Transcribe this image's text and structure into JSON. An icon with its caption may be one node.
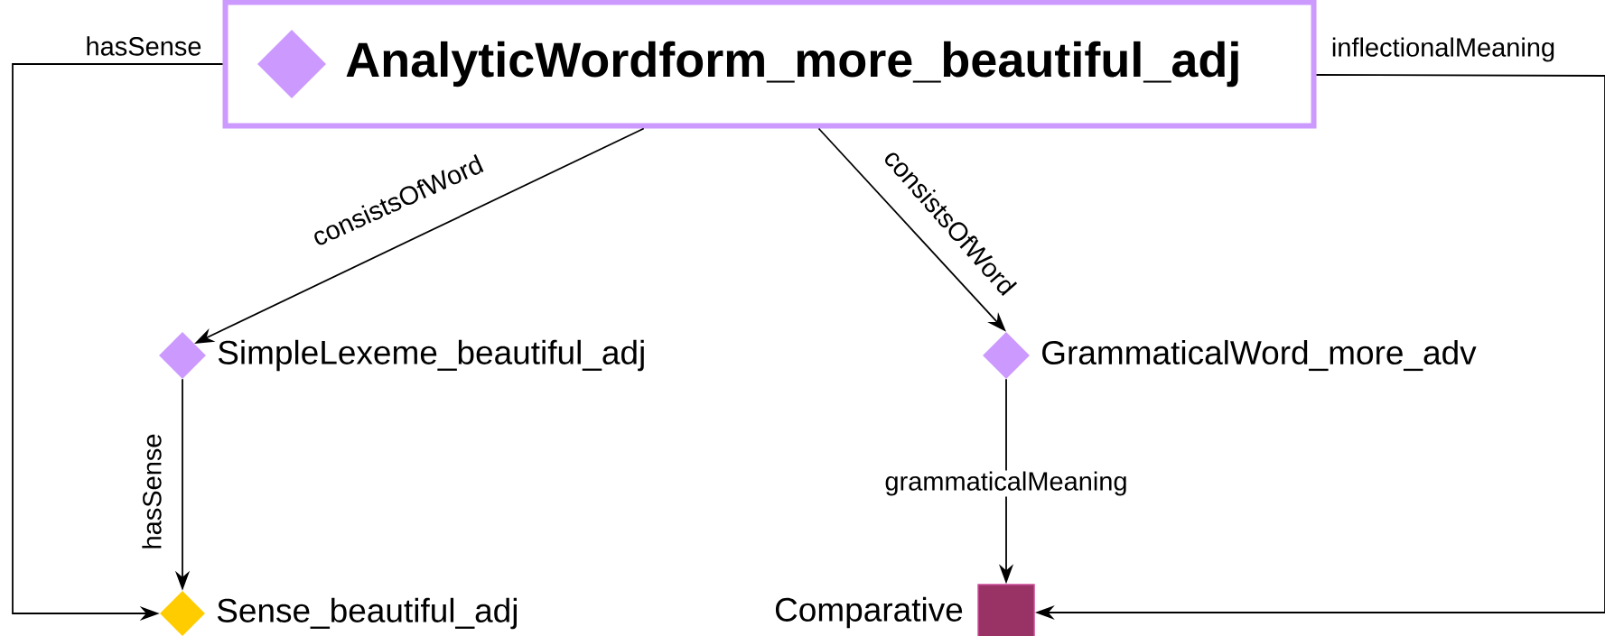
{
  "diagram": {
    "nodes": [
      {
        "text": [
          "AnalyticWordform_more_beautiful_adj"
        ]
      },
      {
        "text": [
          "SimpleLexeme_beautiful_adj"
        ]
      },
      {
        "text": [
          "GrammaticalWord_more_adv"
        ]
      },
      {
        "text": [
          "Sense_beautiful_adj"
        ]
      },
      {
        "text": [
          "Comparative"
        ]
      }
    ],
    "edges": [
      {
        "from": 0,
        "to": 3,
        "arrow": "to",
        "label": "hasSense"
      },
      {
        "from": 0,
        "to": 1,
        "arrow": "to",
        "label": "consistsOfWord"
      },
      {
        "from": 0,
        "to": 2,
        "arrow": "to",
        "label": "consistsOfWord"
      },
      {
        "from": 1,
        "to": 3,
        "arrow": "to",
        "label": "hasSense"
      },
      {
        "from": 2,
        "to": 4,
        "arrow": "to",
        "label": "grammaticalMeaning"
      },
      {
        "from": 0,
        "to": 4,
        "arrow": "to",
        "label": "inflectionalMeaning"
      }
    ]
  }
}
